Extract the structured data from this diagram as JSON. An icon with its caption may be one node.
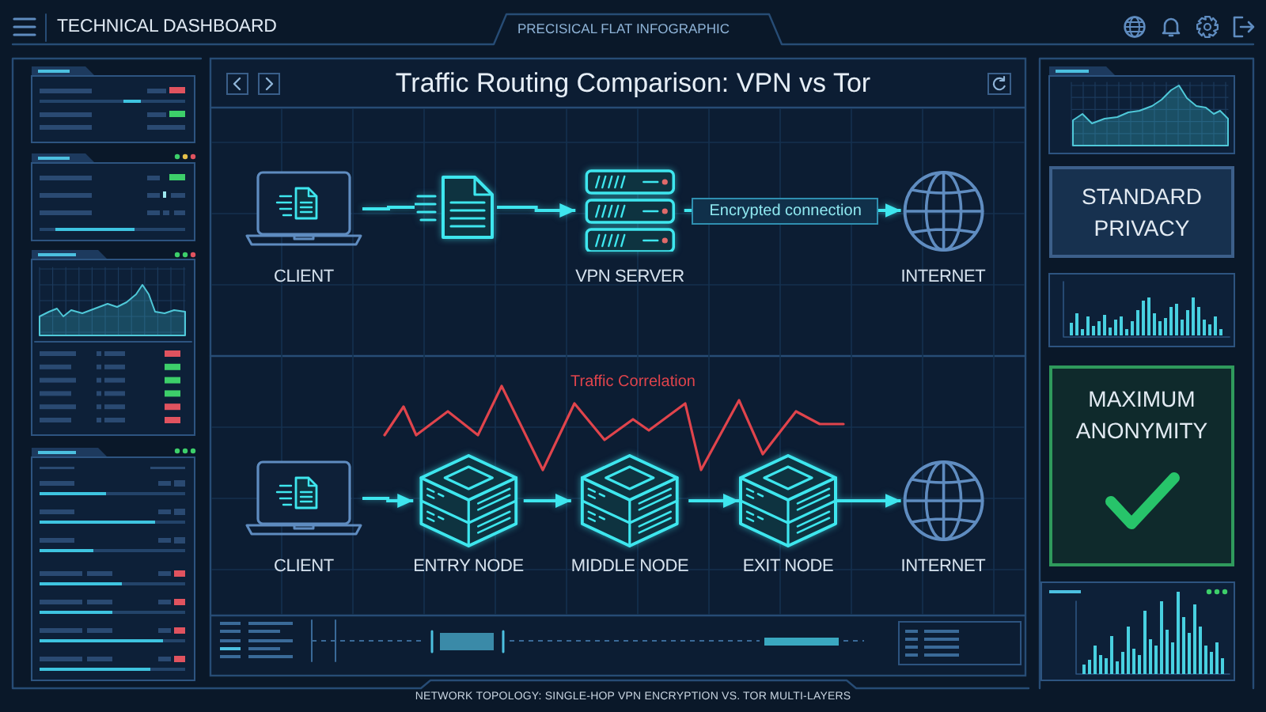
{
  "diagram": {
    "title": "Traffic Routing Comparison: VPN vs Tor",
    "caption": "NETWORK TOPOLOGY: SINGLE-HOP VPN ENCRYPTION VS. TOR MULTI-LAYERS",
    "nodes": [
      {
        "text": [
          "CLIENT"
        ]
      },
      {
        "text": [],
        "shape": "picture"
      },
      {
        "text": [
          "VPN SERVER"
        ]
      },
      {
        "text": [
          "INTERNET"
        ]
      },
      {
        "text": [
          "CLIENT"
        ]
      },
      {
        "text": [
          "ENTRY NODE"
        ]
      },
      {
        "text": [
          "MIDDLE NODE"
        ]
      },
      {
        "text": [
          "EXIT NODE"
        ]
      },
      {
        "text": [
          "INTERNET"
        ]
      },
      {
        "text": [
          "STANDARD PRIVACY"
        ]
      },
      {
        "text": [
          "MAXIMUM ANONYMITY"
        ]
      }
    ],
    "edges": [
      {
        "from": 0,
        "to": 1,
        "arrow": "none"
      },
      {
        "from": 1,
        "to": 2,
        "arrow": "to"
      },
      {
        "from": 2,
        "to": 3,
        "arrow": "to",
        "label": "Encrypted connection"
      },
      {
        "from": 4,
        "to": 5,
        "arrow": "to"
      },
      {
        "from": 5,
        "to": 6,
        "arrow": "to"
      },
      {
        "from": 6,
        "to": 7,
        "arrow": "to"
      },
      {
        "from": 7,
        "to": 8,
        "arrow": "to"
      }
    ],
    "labels": [
      "TECHNICAL DASHBOARD",
      "PRECISICAL FLAT INFOGRAPHIC",
      "Traffic Correlation"
    ]
  }
}
